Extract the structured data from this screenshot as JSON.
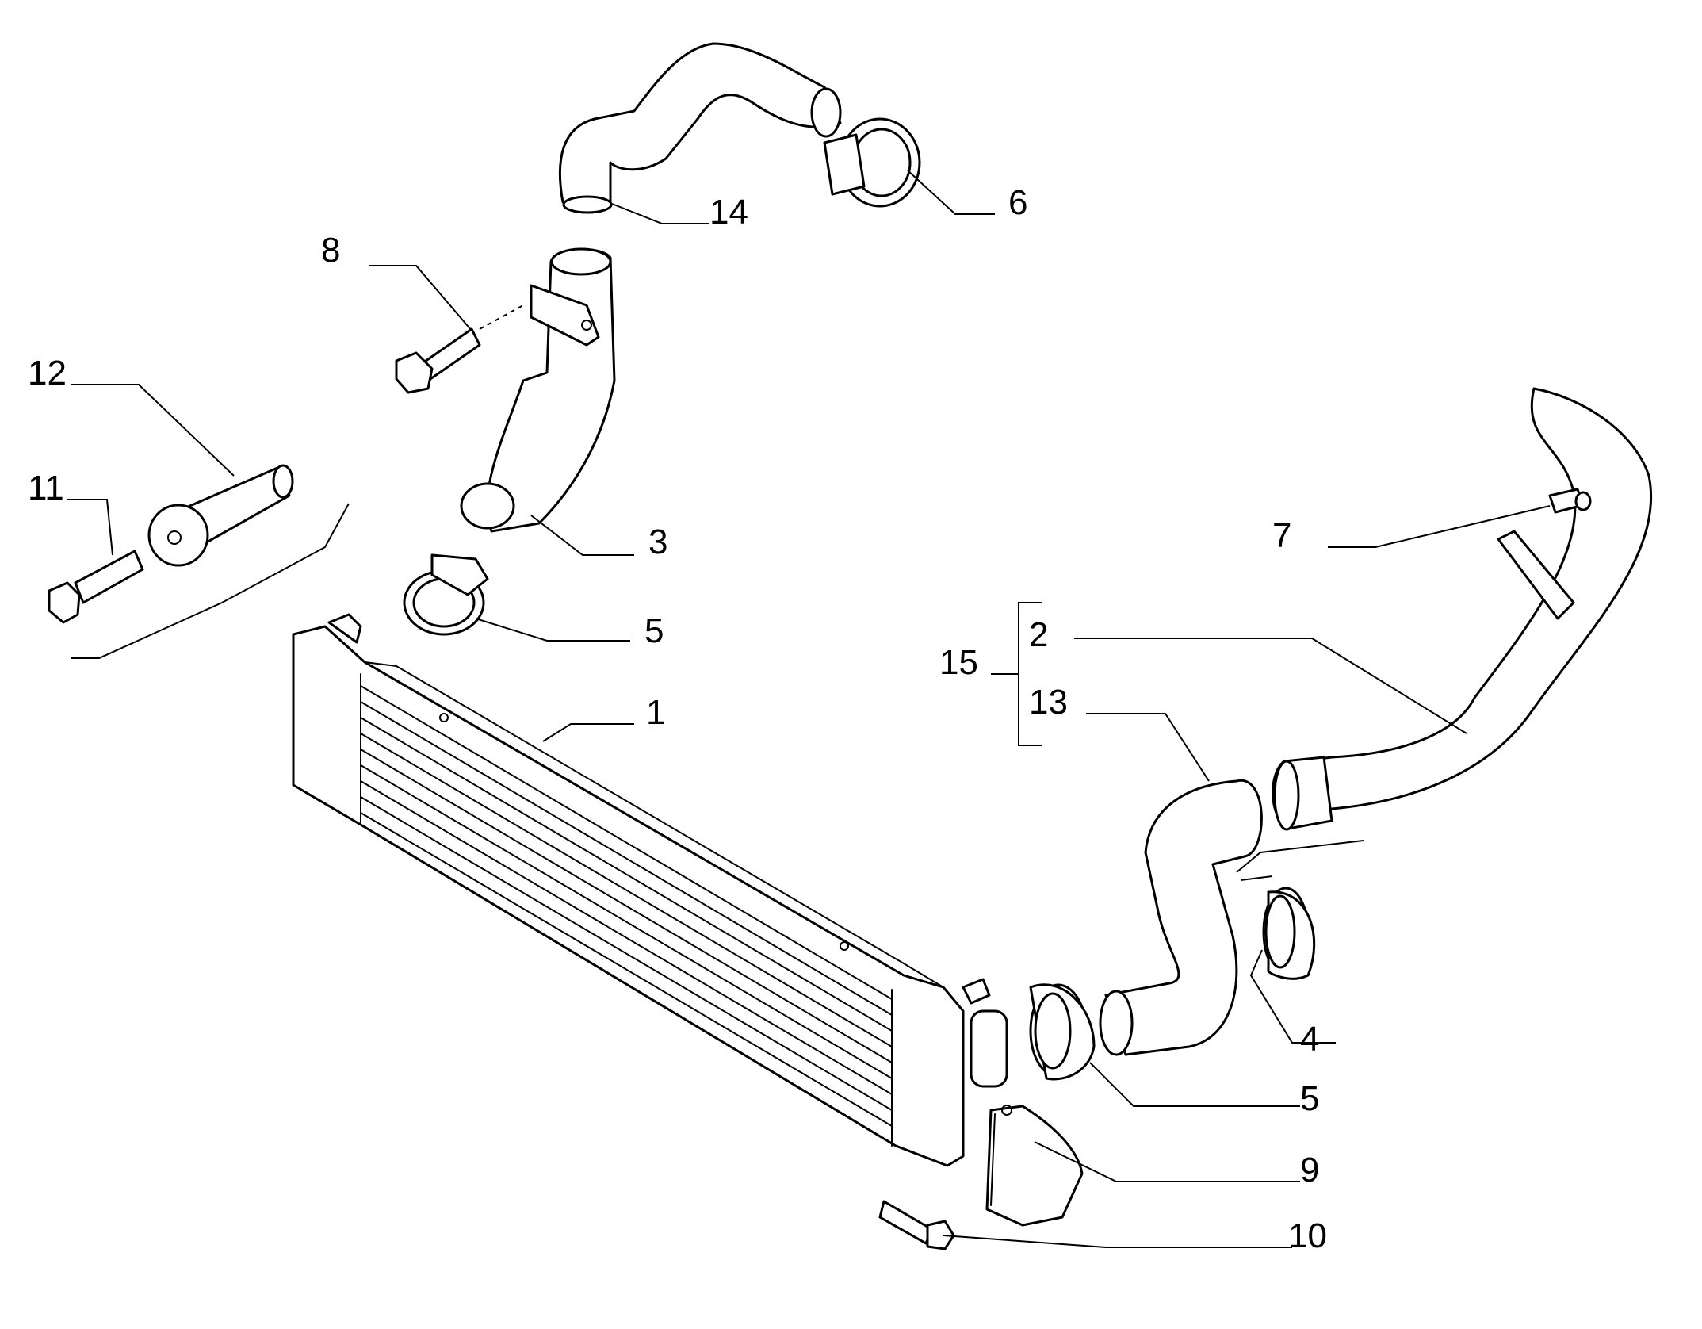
{
  "diagram": {
    "background": "#ffffff",
    "stroke_color": "#000000",
    "callouts": [
      {
        "id": "1",
        "text": "1"
      },
      {
        "id": "2",
        "text": "2"
      },
      {
        "id": "3",
        "text": "3"
      },
      {
        "id": "4",
        "text": "4"
      },
      {
        "id": "5a",
        "text": "5"
      },
      {
        "id": "5b",
        "text": "5"
      },
      {
        "id": "6",
        "text": "6"
      },
      {
        "id": "7",
        "text": "7"
      },
      {
        "id": "8",
        "text": "8"
      },
      {
        "id": "9",
        "text": "9"
      },
      {
        "id": "10",
        "text": "10"
      },
      {
        "id": "11",
        "text": "11"
      },
      {
        "id": "12",
        "text": "12"
      },
      {
        "id": "13",
        "text": "13"
      },
      {
        "id": "14",
        "text": "14"
      },
      {
        "id": "15",
        "text": "15"
      }
    ]
  }
}
